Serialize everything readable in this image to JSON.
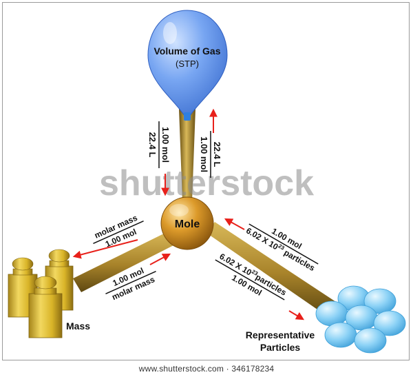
{
  "nodes": {
    "gas": {
      "title": "Volume of Gas",
      "subtitle": "(STP)"
    },
    "mole": {
      "label": "Mole"
    },
    "mass": {
      "label": "Mass"
    },
    "particles": {
      "line1": "Representative",
      "line2": "Particles"
    }
  },
  "conversions": {
    "gas_to_mole": {
      "numerator": "1.00 mol",
      "denominator": "22.4 L"
    },
    "mole_to_gas": {
      "numerator": "22.4 L",
      "denominator": "1.00 mol"
    },
    "mole_to_mass": {
      "numerator": "molar mass",
      "denominator": "1.00 mol"
    },
    "mass_to_mole": {
      "numerator": "1.00 mol",
      "denominator": "molar mass"
    },
    "particles_to_mole": {
      "numerator": "1.00 mol",
      "denominator_prefix": "6.02 X 10",
      "denominator_exp": "23",
      "denominator_suffix": " particles"
    },
    "mole_to_particles": {
      "numerator_prefix": "6.02 X 10",
      "numerator_exp": "23",
      "numerator_suffix": "particles",
      "denominator": "1.00 mol"
    }
  },
  "watermark": "shutterstock",
  "footer": "www.shutterstock.com · 346178234",
  "colors": {
    "arrow": "#e8201a",
    "rod": "#a8832a",
    "mole": "#c8861a",
    "balloon": "#6f9ef0",
    "weights": "#d9b428",
    "particles": "#8cd2f6"
  }
}
